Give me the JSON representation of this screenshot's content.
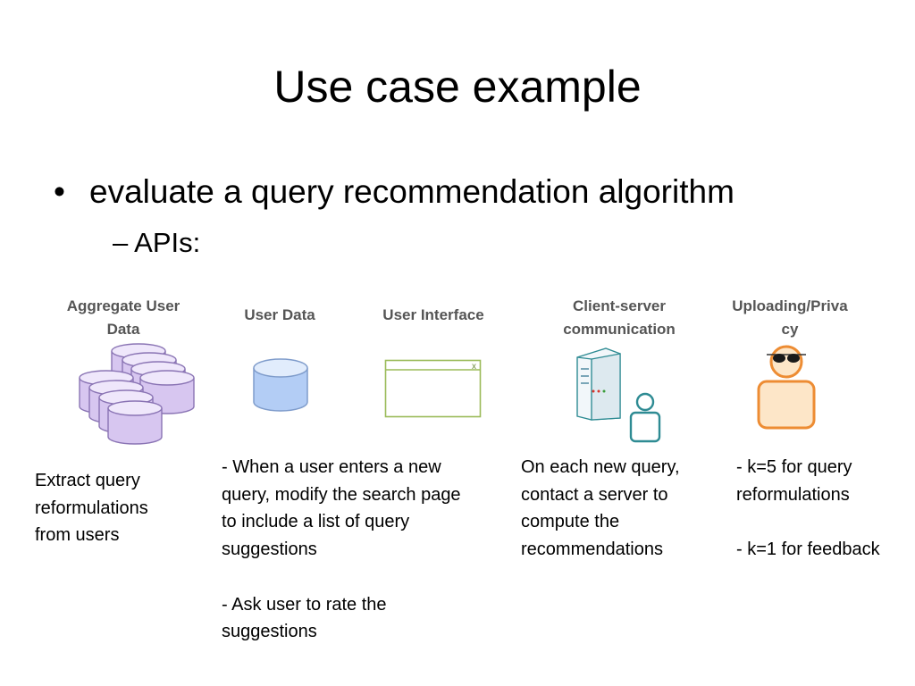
{
  "slide": {
    "title": "Use case example",
    "bullet": "evaluate a query recommendation algorithm",
    "sub_bullet_dash": "–",
    "sub_bullet": "APIs:"
  },
  "columns": [
    {
      "title_lines": [
        "Aggregate User",
        "Data"
      ],
      "icon": "database-stack-icon",
      "description": [
        [
          "Extract query",
          "reformulations",
          "from users"
        ]
      ]
    },
    {
      "title_lines": [
        "User Data"
      ],
      "icon": "database-icon",
      "description": []
    },
    {
      "title_lines": [
        "User Interface"
      ],
      "icon": "window-icon",
      "window_close_glyph": "x",
      "description": [
        [
          "- When a user enters a new",
          "query, modify the search page",
          "to include a list of query",
          "suggestions"
        ],
        [
          "- Ask user to rate the",
          "suggestions"
        ]
      ]
    },
    {
      "title_lines": [
        "Client-server",
        "communication"
      ],
      "icon": "server-and-user-icon",
      "description": [
        [
          "On each new query,",
          "contact a server to",
          "compute the",
          "recommendations"
        ]
      ]
    },
    {
      "title_lines": [
        "Uploading/Priva",
        "cy"
      ],
      "icon": "anonymous-user-icon",
      "description": [
        [
          "- k=5 for query",
          "reformulations"
        ],
        [
          "- k=1 for feedback"
        ]
      ]
    }
  ],
  "colors": {
    "column_title": "#555555",
    "db_stack_fill": "#dccdf2",
    "db_stack_stroke": "#8a74b4",
    "db_fill": "#b7d1f7",
    "db_stroke": "#7f9ccb",
    "window_stroke": "#9bbb59",
    "user_teal": "#2e8b93",
    "privacy_orange": "#ed8c33"
  }
}
